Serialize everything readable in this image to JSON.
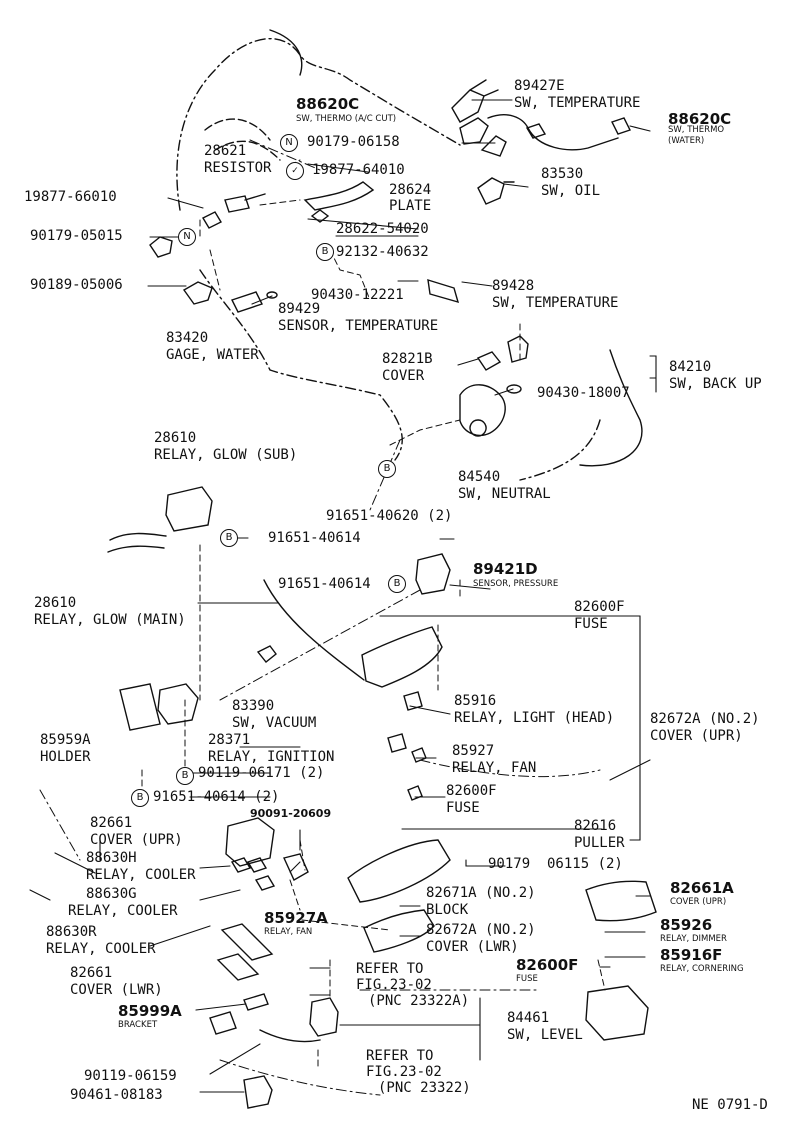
{
  "diagram_id": "NE 0791-D",
  "parts": [
    {
      "code": "89427E",
      "name": "SW, TEMPERATURE"
    },
    {
      "code": "88620C",
      "name": "SW, THERMO (A/C CUT)"
    },
    {
      "code": "90179-06158",
      "name": ""
    },
    {
      "code": "88620C",
      "name": "SW, THERMO",
      "name2": "(WATER)"
    },
    {
      "code": "28621",
      "name": "RESISTOR"
    },
    {
      "code": "19877-64010",
      "name": ""
    },
    {
      "code": "28624",
      "name": "PLATE"
    },
    {
      "code": "83530",
      "name": "SW, OIL"
    },
    {
      "code": "19877-66010",
      "name": ""
    },
    {
      "code": "90179-05015",
      "name": ""
    },
    {
      "code": "28622-54020",
      "name": ""
    },
    {
      "code": "92132-40632",
      "name": ""
    },
    {
      "code": "90189-05006",
      "name": ""
    },
    {
      "code": "90430-12221",
      "name": ""
    },
    {
      "code": "89428",
      "name": "SW, TEMPERATURE"
    },
    {
      "code": "89429",
      "name": "SENSOR, TEMPERATURE"
    },
    {
      "code": "83420",
      "name": "GAGE, WATER"
    },
    {
      "code": "82821B",
      "name": "COVER"
    },
    {
      "code": "84210",
      "name": "SW, BACK UP"
    },
    {
      "code": "90430-18007",
      "name": ""
    },
    {
      "code": "28610",
      "name": "RELAY, GLOW (SUB)"
    },
    {
      "code": "84540",
      "name": "SW, NEUTRAL"
    },
    {
      "code": "91651-40620 (2)",
      "name": ""
    },
    {
      "code": "91651-40614",
      "name": ""
    },
    {
      "code": "91651-40614",
      "name": ""
    },
    {
      "code": "89421D",
      "name": "SENSOR, PRESSURE"
    },
    {
      "code": "28610",
      "name": "RELAY, GLOW (MAIN)"
    },
    {
      "code": "82600F",
      "name": "FUSE"
    },
    {
      "code": "83390",
      "name": "SW, VACUUM"
    },
    {
      "code": "85916",
      "name": "RELAY, LIGHT (HEAD)"
    },
    {
      "code": "85959A",
      "name": "HOLDER"
    },
    {
      "code": "28371",
      "name": "RELAY, IGNITION"
    },
    {
      "code": "82672A (NO.2)",
      "name": "COVER (UPR)"
    },
    {
      "code": "85927",
      "name": "RELAY, FAN"
    },
    {
      "code": "90119-06171 (2)",
      "name": ""
    },
    {
      "code": "91651-40614 (2)",
      "name": ""
    },
    {
      "code": "82600F",
      "name": "FUSE"
    },
    {
      "code": "82661",
      "name": "COVER (UPR)"
    },
    {
      "code": "90091-20609",
      "name": ""
    },
    {
      "code": "82616",
      "name": "PULLER"
    },
    {
      "code": "88630H",
      "name": "RELAY, COOLER"
    },
    {
      "code": "90179  06115 (2)",
      "name": ""
    },
    {
      "code": "88630G",
      "name": "RELAY, COOLER"
    },
    {
      "code": "82671A (NO.2)",
      "name": "BLOCK"
    },
    {
      "code": "82661A",
      "name": "COVER (UPR)"
    },
    {
      "code": "85927A",
      "name": "RELAY, FAN"
    },
    {
      "code": "88630R",
      "name": "RELAY, COOLER"
    },
    {
      "code": "82672A (NO.2)",
      "name": "COVER (LWR)"
    },
    {
      "code": "85926",
      "name": "RELAY, DIMMER"
    },
    {
      "code": "85916F",
      "name": "RELAY, CORNERING"
    },
    {
      "code": "82661",
      "name": "COVER (LWR)"
    },
    {
      "code": "82600F",
      "name": "FUSE"
    },
    {
      "code": "85999A",
      "name": "BRACKET"
    },
    {
      "code": "84461",
      "name": "SW, LEVEL"
    },
    {
      "code": "90119-06159",
      "name": ""
    },
    {
      "code": "90461-08183",
      "name": ""
    }
  ],
  "references": [
    {
      "line1": "REFER TO",
      "line2": "FIG.23-02",
      "line3": "(PNC 23322A)"
    },
    {
      "line1": "REFER TO",
      "line2": "FIG.23-02",
      "line3": "(PNC 23322)"
    }
  ],
  "symbols": [
    {
      "letter": "N",
      "icon": "nut-symbol-icon"
    },
    {
      "letter": "N",
      "icon": "nut-symbol-icon"
    },
    {
      "letter": "B",
      "icon": "bolt-symbol-icon"
    },
    {
      "letter": "B",
      "icon": "bolt-symbol-icon"
    },
    {
      "letter": "B",
      "icon": "bolt-symbol-icon"
    },
    {
      "letter": "B",
      "icon": "bolt-symbol-icon"
    },
    {
      "letter": "B",
      "icon": "bolt-symbol-icon"
    },
    {
      "letter": "B",
      "icon": "bolt-symbol-icon"
    }
  ]
}
